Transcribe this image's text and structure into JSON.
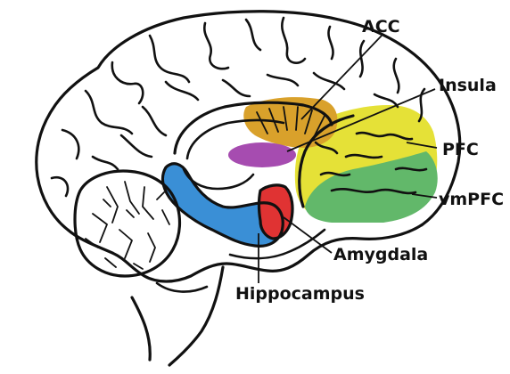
{
  "diagram": {
    "labels": {
      "acc": "ACC",
      "insula": "Insula",
      "pfc": "PFC",
      "vmpfc": "vmPFC",
      "amygdala": "Amygdala",
      "hippocampus": "Hippocampus"
    },
    "colors": {
      "acc": "#D9A12B",
      "insula": "#A64CB0",
      "pfc": "#E5E137",
      "vmpfc": "#62B86A",
      "amygdala": "#E03333",
      "hippocampus": "#3A8FD6",
      "outline": "#111111",
      "background": "#FFFFFF"
    }
  }
}
